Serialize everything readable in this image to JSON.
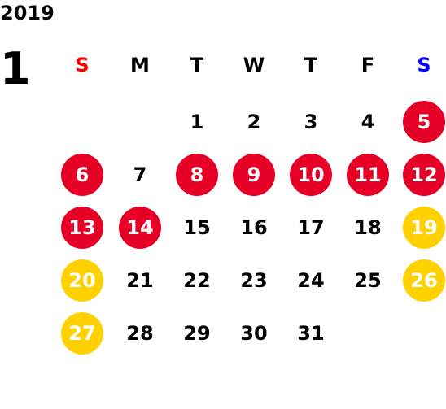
{
  "year": "2019",
  "month": "1",
  "weekdays": [
    {
      "label": "S",
      "color": "#FF0000"
    },
    {
      "label": "M",
      "color": "#000000"
    },
    {
      "label": "T",
      "color": "#000000"
    },
    {
      "label": "W",
      "color": "#000000"
    },
    {
      "label": "T",
      "color": "#000000"
    },
    {
      "label": "F",
      "color": "#000000"
    },
    {
      "label": "S",
      "color": "#0000FF"
    }
  ],
  "highlight_colors": {
    "red": "#E60026",
    "yellow": "#FFD100"
  },
  "weeks": [
    [
      null,
      null,
      {
        "day": "1"
      },
      {
        "day": "2"
      },
      {
        "day": "3"
      },
      {
        "day": "4"
      },
      {
        "day": "5",
        "highlight": "red"
      }
    ],
    [
      {
        "day": "6",
        "highlight": "red"
      },
      {
        "day": "7"
      },
      {
        "day": "8",
        "highlight": "red"
      },
      {
        "day": "9",
        "highlight": "red"
      },
      {
        "day": "10",
        "highlight": "red"
      },
      {
        "day": "11",
        "highlight": "red"
      },
      {
        "day": "12",
        "highlight": "red"
      }
    ],
    [
      {
        "day": "13",
        "highlight": "red"
      },
      {
        "day": "14",
        "highlight": "red"
      },
      {
        "day": "15"
      },
      {
        "day": "16"
      },
      {
        "day": "17"
      },
      {
        "day": "18"
      },
      {
        "day": "19",
        "highlight": "yellow"
      }
    ],
    [
      {
        "day": "20",
        "highlight": "yellow"
      },
      {
        "day": "21"
      },
      {
        "day": "22"
      },
      {
        "day": "23"
      },
      {
        "day": "24"
      },
      {
        "day": "25"
      },
      {
        "day": "26",
        "highlight": "yellow"
      }
    ],
    [
      {
        "day": "27",
        "highlight": "yellow"
      },
      {
        "day": "28"
      },
      {
        "day": "29"
      },
      {
        "day": "30"
      },
      {
        "day": "31"
      },
      null,
      null
    ]
  ]
}
